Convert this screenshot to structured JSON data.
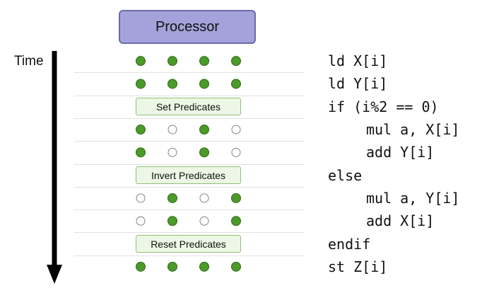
{
  "processor": {
    "label": "Processor"
  },
  "time_label": "Time",
  "colors": {
    "active": "#4c9a2a",
    "active_stroke": "#2f6b18",
    "inactive_stroke": "#777777",
    "processor_fill": "#a3a2da",
    "predicate_fill": "#edf7e5",
    "predicate_border": "#8cc076"
  },
  "rows": [
    {
      "kind": "lanes",
      "lanes": [
        true,
        true,
        true,
        true
      ],
      "code": "ld X[i]",
      "indent": 0
    },
    {
      "kind": "lanes",
      "lanes": [
        true,
        true,
        true,
        true
      ],
      "code": "ld Y[i]",
      "indent": 0
    },
    {
      "kind": "predicate",
      "label": "Set Predicates",
      "code": "if (i%2 == 0)",
      "indent": 0
    },
    {
      "kind": "lanes",
      "lanes": [
        true,
        false,
        true,
        false
      ],
      "code": "mul a, X[i]",
      "indent": 1
    },
    {
      "kind": "lanes",
      "lanes": [
        true,
        false,
        true,
        false
      ],
      "code": "add Y[i]",
      "indent": 1
    },
    {
      "kind": "predicate",
      "label": "Invert Predicates",
      "code": "else",
      "indent": 0
    },
    {
      "kind": "lanes",
      "lanes": [
        false,
        true,
        false,
        true
      ],
      "code": "mul a, Y[i]",
      "indent": 1
    },
    {
      "kind": "lanes",
      "lanes": [
        false,
        true,
        false,
        true
      ],
      "code": "add X[i]",
      "indent": 1
    },
    {
      "kind": "predicate",
      "label": "Reset Predicates",
      "code": "endif",
      "indent": 0
    },
    {
      "kind": "lanes",
      "lanes": [
        true,
        true,
        true,
        true
      ],
      "code": "st Z[i]",
      "indent": 0
    }
  ]
}
